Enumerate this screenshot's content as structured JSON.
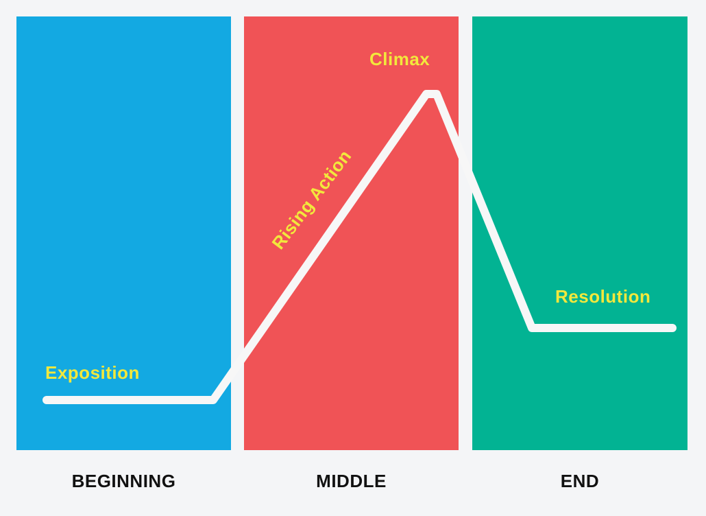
{
  "colors": {
    "background": "#f4f5f7",
    "beginning_panel": "#13a9e2",
    "middle_panel": "#f05356",
    "end_panel": "#02b393",
    "arc_line": "#f7f7f7",
    "stage_text": "#f2e83c",
    "section_text": "#111111"
  },
  "stages": {
    "exposition": "Exposition",
    "rising_action": "Rising Action",
    "climax": "Climax",
    "resolution": "Resolution"
  },
  "sections": {
    "beginning": "BEGINNING",
    "middle": "MIDDLE",
    "end": "END"
  }
}
